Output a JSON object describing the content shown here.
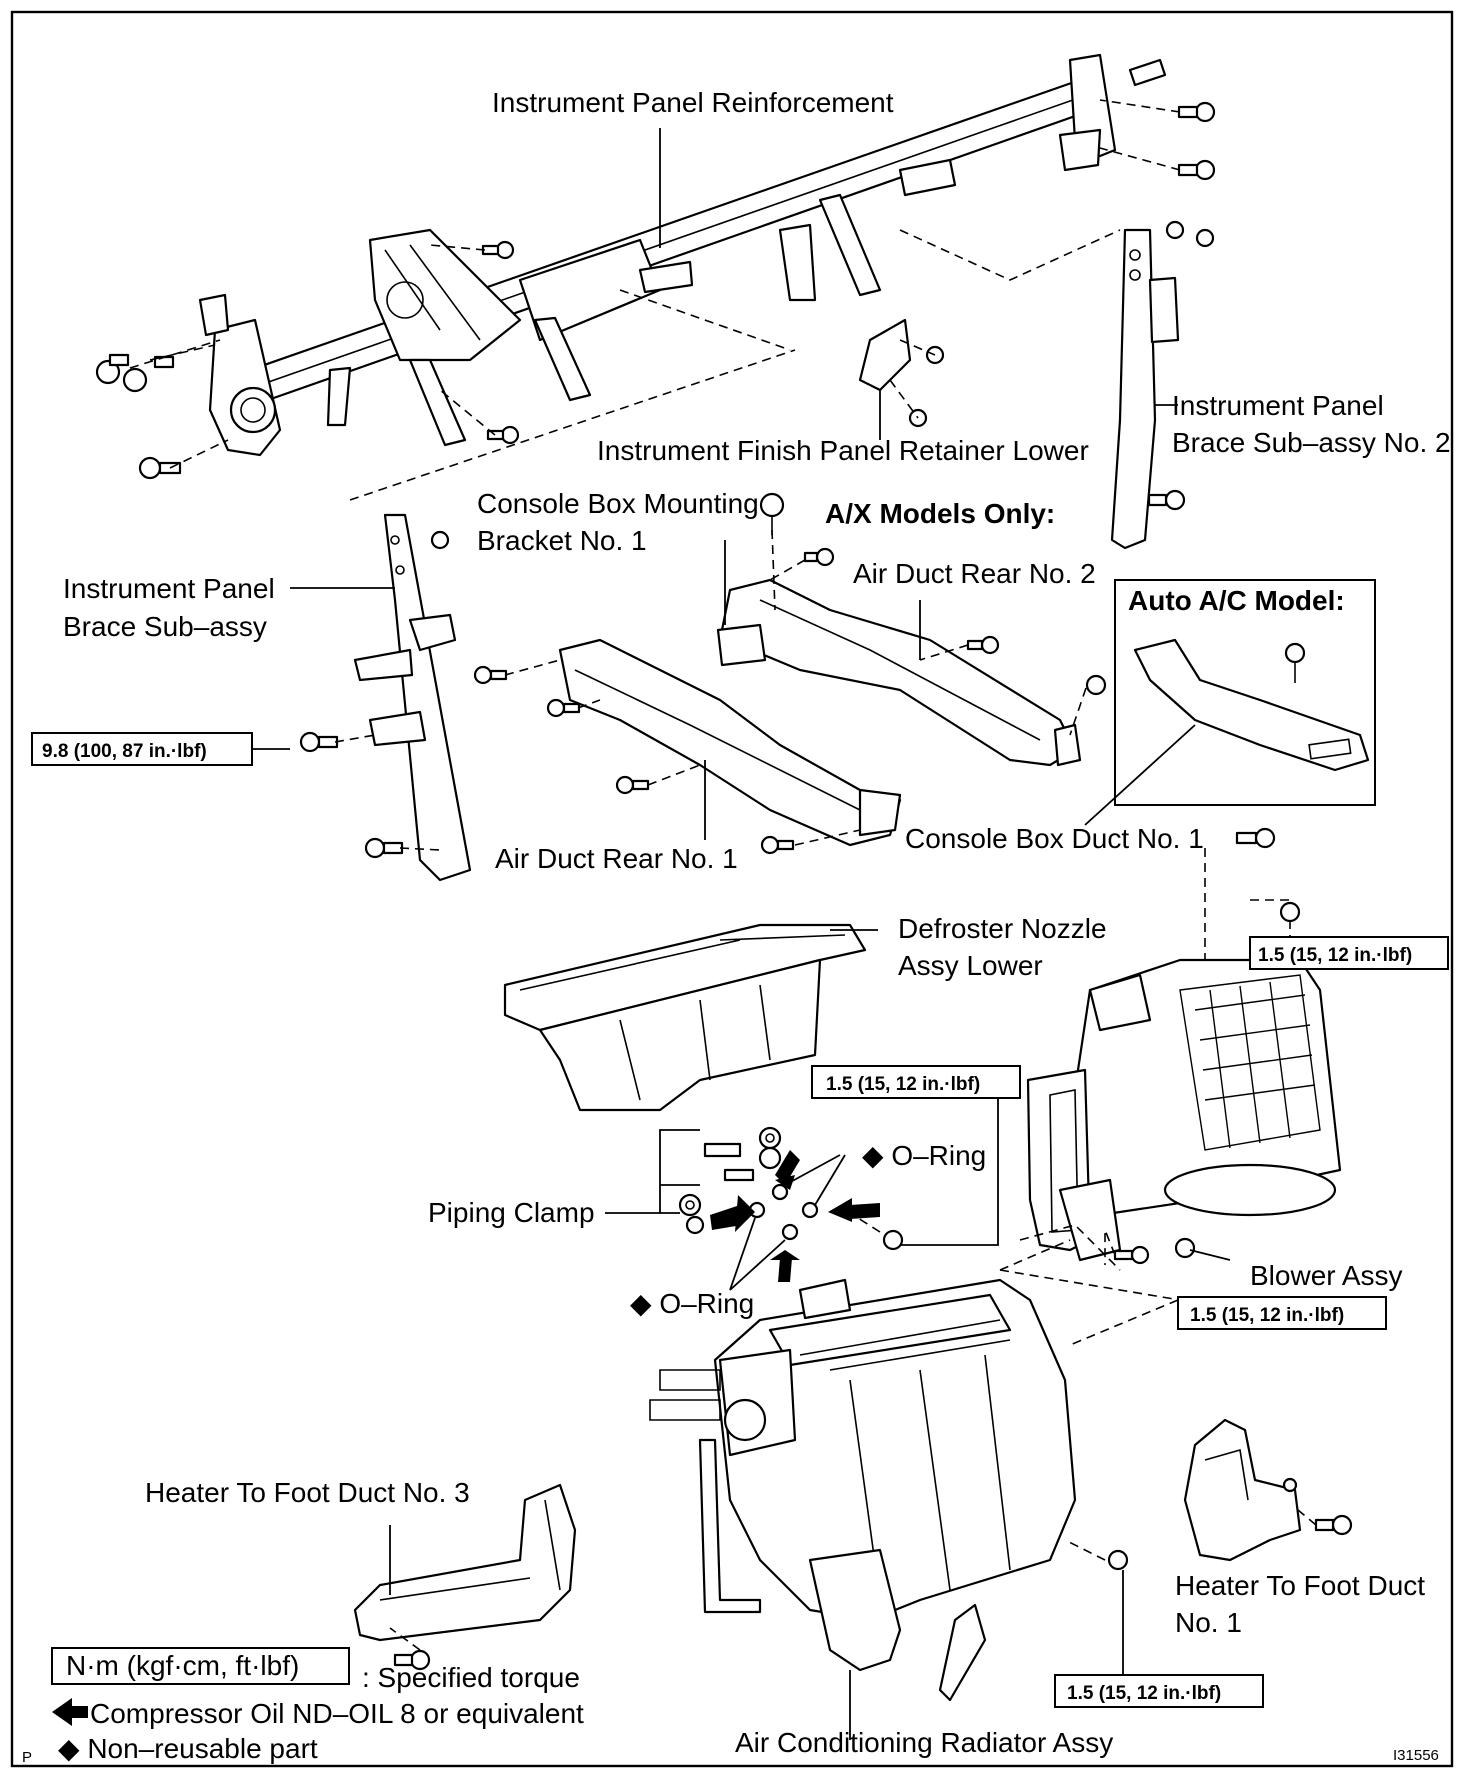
{
  "labels": {
    "reinforcement": "Instrument Panel Reinforcement",
    "retainer_lower": "Instrument Finish Panel Retainer Lower",
    "brace_no2_line1": "Instrument Panel",
    "brace_no2_line2": "Brace Sub–assy No. 2",
    "console_bracket_line1": "Console Box Mounting",
    "console_bracket_line2": "Bracket No. 1",
    "ax_models": "A/X Models Only:",
    "air_duct_rear_no2": "Air Duct Rear No. 2",
    "auto_ac_model": "Auto A/C Model:",
    "brace_line1": "Instrument Panel",
    "brace_line2": "Brace Sub–assy",
    "air_duct_rear_no1": "Air Duct Rear No. 1",
    "console_box_duct": "Console Box Duct No. 1",
    "defroster_line1": "Defroster Nozzle",
    "defroster_line2": "Assy Lower",
    "o_ring_right": "◆ O–Ring",
    "o_ring_left": "◆ O–Ring",
    "piping_clamp": "Piping Clamp",
    "blower": "Blower Assy",
    "heater_foot_no3": "Heater To Foot Duct No. 3",
    "heater_foot_no1_line1": "Heater To Foot Duct",
    "heater_foot_no1_line2": "No. 1",
    "radiator": "Air Conditioning Radiator Assy"
  },
  "torques": {
    "brace": "9.8 (100, 87 in.·lbf)",
    "blower_top": "1.5 (15, 12 in.·lbf)",
    "clamp": "1.5 (15, 12 in.·lbf)",
    "blower_bottom": "1.5 (15, 12 in.·lbf)",
    "radiator": "1.5 (15, 12 in.·lbf)"
  },
  "legend": {
    "torque_unit": "N·m (kgf·cm, ft·lbf)",
    "torque_desc": ": Specified torque",
    "oil": "Compressor Oil ND–OIL 8 or equivalent",
    "nonreusable": "◆ Non–reusable part"
  },
  "footer": {
    "page_mark": "P",
    "figure_id": "I31556"
  }
}
